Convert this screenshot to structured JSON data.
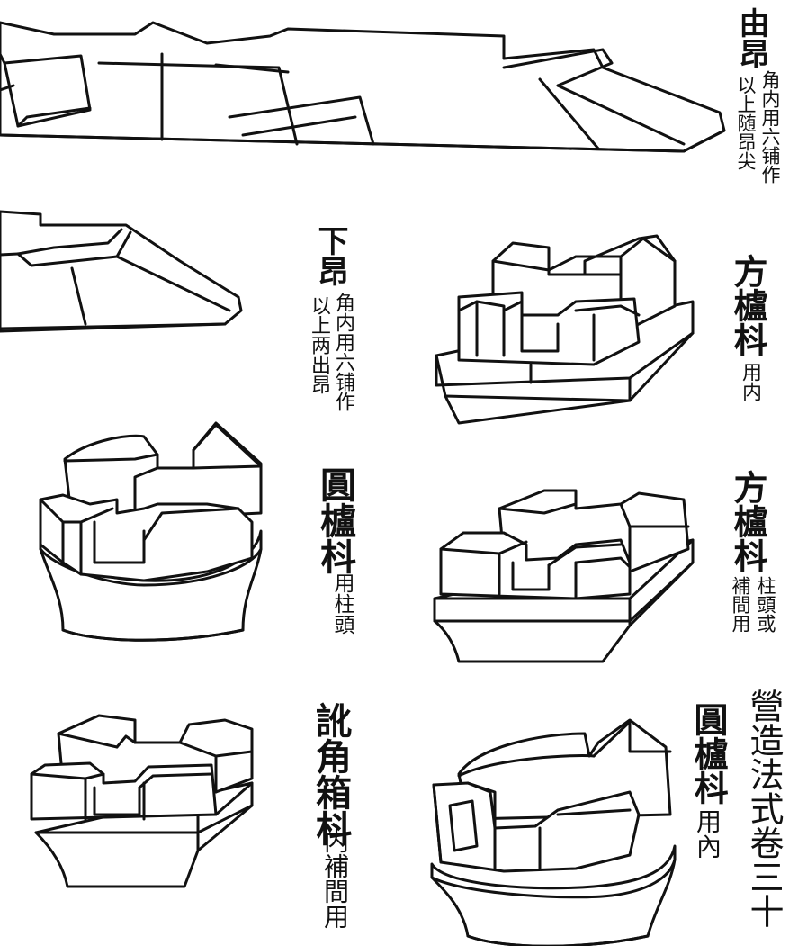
{
  "colors": {
    "ink": "#111111",
    "paper": "#ffffff"
  },
  "labels": {
    "ang_title": "由昂",
    "ang_note_1": "角内用六铺作",
    "ang_note_2": "以上随昂尖",
    "xiaang_title": "下昂",
    "xiaang_note_1": "角内用六铺作",
    "xiaang_note_2": "以上两出昂",
    "fang_lu_dou_1_title": "方櫨枓",
    "fang_lu_dou_1_note": "用内",
    "yuan_lu_dou_1_title": "圓櫨枓",
    "yuan_lu_dou_1_note": "用柱頭",
    "fang_lu_dou_2_title": "方櫨枓",
    "fang_lu_dou_2_note_1": "柱頭或",
    "fang_lu_dou_2_note_2": "補間用",
    "qiaojiao_title": "訛角箱枓",
    "qiaojiao_note": "内補間用",
    "yuan_lu_dou_2_title": "圓櫨枓",
    "yuan_lu_dou_2_note": "用內",
    "book_title": "營造法式卷三十"
  }
}
